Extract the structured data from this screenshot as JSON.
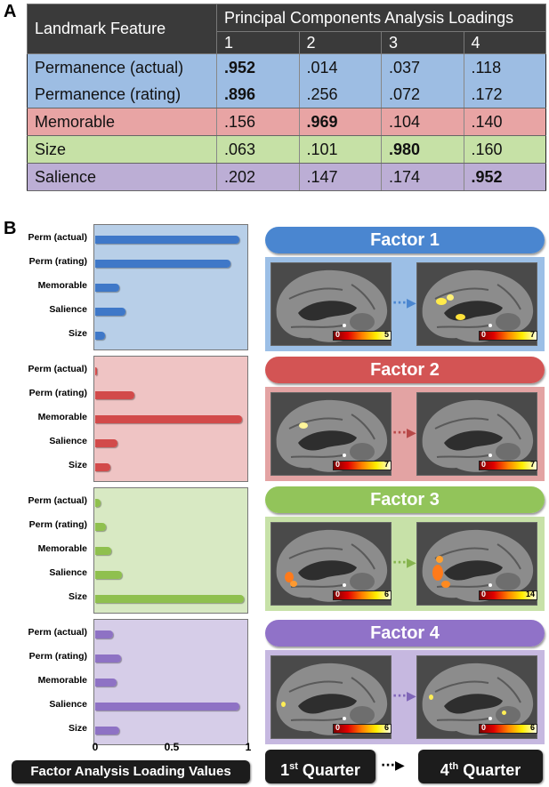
{
  "panel_a_letter": "A",
  "panel_b_letter": "B",
  "table": {
    "feature_header": "Landmark Feature",
    "loadings_header": "Principal Components Analysis Loadings",
    "component_numbers": [
      "1",
      "2",
      "3",
      "4"
    ],
    "rows": [
      {
        "feature": "Permanence (actual)",
        "values": [
          ".952",
          ".014",
          ".037",
          ".118"
        ],
        "bold_index": 0,
        "color": "#9dbde3"
      },
      {
        "feature": "Permanence (rating)",
        "values": [
          ".896",
          ".256",
          ".072",
          ".172"
        ],
        "bold_index": 0,
        "color": "#9dbde3"
      },
      {
        "feature": "Memorable",
        "values": [
          ".156",
          ".969",
          ".104",
          ".140"
        ],
        "bold_index": 1,
        "color": "#e8a4a4"
      },
      {
        "feature": "Size",
        "values": [
          ".063",
          ".101",
          ".980",
          ".160"
        ],
        "bold_index": 2,
        "color": "#c6e1a6"
      },
      {
        "feature": "Salience",
        "values": [
          ".202",
          ".147",
          ".174",
          ".952"
        ],
        "bold_index": 3,
        "color": "#bcaed5"
      }
    ]
  },
  "chart_data": [
    {
      "type": "bar",
      "orientation": "horizontal",
      "factor": "Factor 1",
      "categories": [
        "Perm (actual)",
        "Perm (rating)",
        "Memorable",
        "Salience",
        "Size"
      ],
      "values": [
        0.952,
        0.896,
        0.156,
        0.202,
        0.063
      ],
      "xlim": [
        0,
        1
      ],
      "bar_color": "#3f78c8",
      "panel_color": "#b8cfe8"
    },
    {
      "type": "bar",
      "orientation": "horizontal",
      "factor": "Factor 2",
      "categories": [
        "Perm (actual)",
        "Perm (rating)",
        "Memorable",
        "Salience",
        "Size"
      ],
      "values": [
        0.014,
        0.256,
        0.969,
        0.147,
        0.101
      ],
      "xlim": [
        0,
        1
      ],
      "bar_color": "#d24a4a",
      "panel_color": "#efc4c4"
    },
    {
      "type": "bar",
      "orientation": "horizontal",
      "factor": "Factor 3",
      "categories": [
        "Perm (actual)",
        "Perm (rating)",
        "Memorable",
        "Salience",
        "Size"
      ],
      "values": [
        0.037,
        0.072,
        0.104,
        0.174,
        0.98
      ],
      "xlim": [
        0,
        1
      ],
      "bar_color": "#8fc04e",
      "panel_color": "#d8e9c3"
    },
    {
      "type": "bar",
      "orientation": "horizontal",
      "factor": "Factor 4",
      "categories": [
        "Perm (actual)",
        "Perm (rating)",
        "Memorable",
        "Salience",
        "Size"
      ],
      "values": [
        0.118,
        0.172,
        0.14,
        0.952,
        0.16
      ],
      "xlim": [
        0,
        1
      ],
      "bar_color": "#8e72c4",
      "panel_color": "#d6cde8"
    }
  ],
  "axis_ticks": [
    "0",
    "0.5",
    "1"
  ],
  "axis_label": "Factor Analysis Loading Values",
  "factors": [
    {
      "title": "Factor 1",
      "pill_color": "#4a86d0",
      "bg_color": "#9cbfe6",
      "arrow_color": "#4a86d0",
      "scale_left": [
        "0",
        "5"
      ],
      "scale_right": [
        "0",
        "7"
      ]
    },
    {
      "title": "Factor 2",
      "pill_color": "#d35454",
      "bg_color": "#e3a3a3",
      "arrow_color": "#b84848",
      "scale_left": [
        "0",
        "7"
      ],
      "scale_right": [
        "0",
        "7"
      ]
    },
    {
      "title": "Factor 3",
      "pill_color": "#92c45a",
      "bg_color": "#c7e1a8",
      "arrow_color": "#86b44e",
      "scale_left": [
        "0",
        "6"
      ],
      "scale_right": [
        "0",
        "14"
      ]
    },
    {
      "title": "Factor 4",
      "pill_color": "#9072c8",
      "bg_color": "#c6b8e0",
      "arrow_color": "#8066b8",
      "scale_left": [
        "0",
        "6"
      ],
      "scale_right": [
        "0",
        "6"
      ]
    }
  ],
  "quarters": {
    "first": {
      "main": "1",
      "sup": "st",
      "word": " Quarter"
    },
    "fourth": {
      "main": "4",
      "sup": "th",
      "word": " Quarter"
    }
  }
}
